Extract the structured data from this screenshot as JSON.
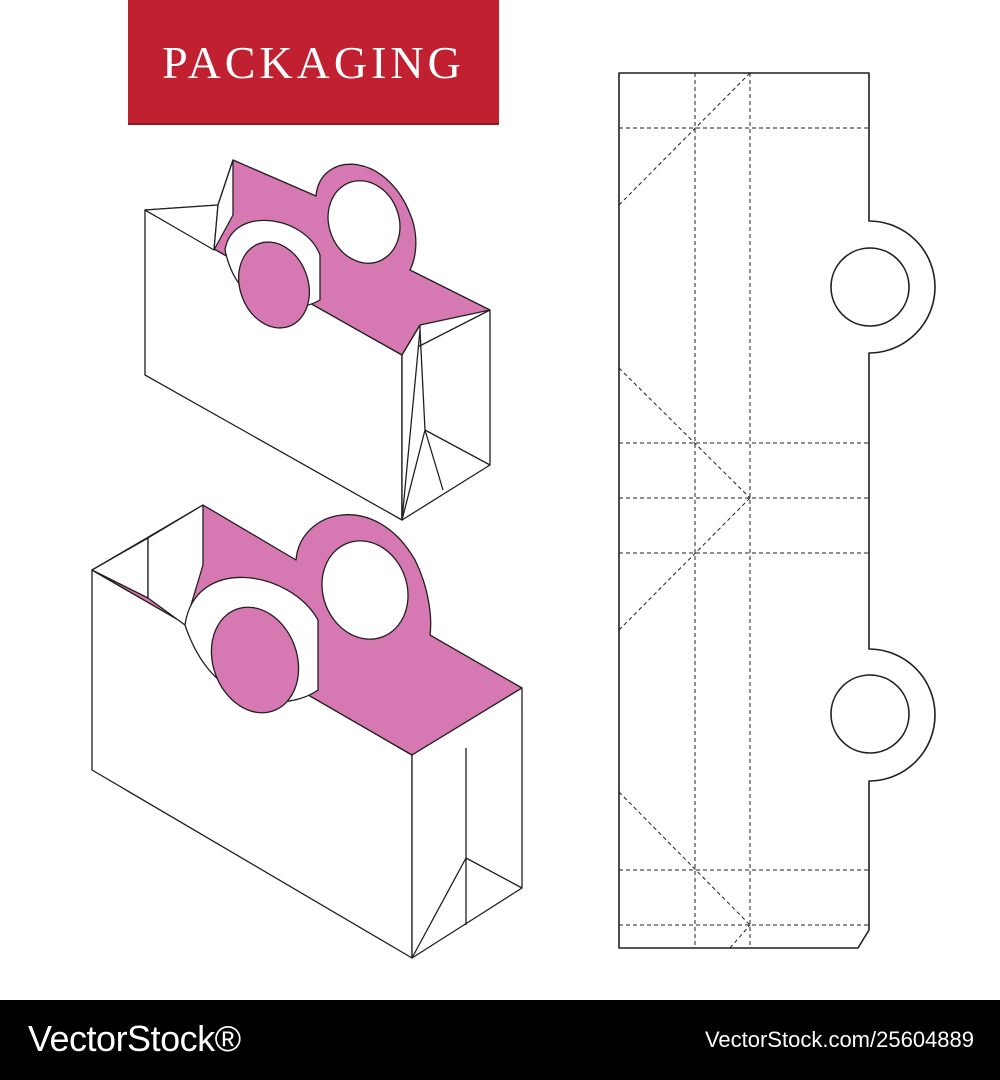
{
  "banner": {
    "title": "PACKAGING"
  },
  "colors": {
    "banner_red": "#c0202f",
    "fill_pink": "#d678b2",
    "stroke": "#231f20",
    "footer_bg": "#000000"
  },
  "illustration": {
    "items": [
      {
        "name": "box-small",
        "description_shown": false
      },
      {
        "name": "box-large",
        "description_shown": false
      },
      {
        "name": "dieline",
        "description_shown": false
      }
    ]
  },
  "footer": {
    "brand": "VectorStock®",
    "stock_id": "VectorStock.com/25604889"
  }
}
